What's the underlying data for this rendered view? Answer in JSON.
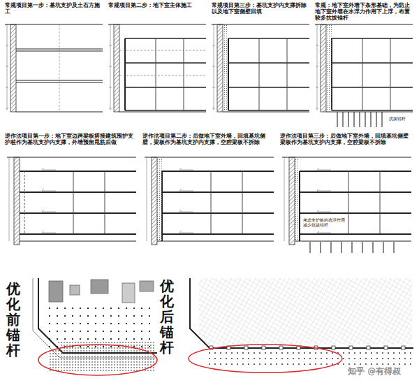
{
  "diagram": {
    "labels": [
      "常规项目第一步：基坑支护及土石方施工",
      "常规项目第二步：地下室主体施工",
      "常规项目第三步：基坑支护内支撑拆除以及地下室侧壁回填",
      "常规：地下室外墙下条形基础，为防止地下室外墙在水浮力作用下上浮，布置较多抗拔锚杆",
      "抗拔锚杆",
      "逆作法项目第一步：地下室边跨梁板搭接建筑围护支护桩作为基坑支护内支撑，外墙预留甩筋后做",
      "逆作法项目第二步：后做地下室外墙，回填基坑侧壁，梁板作为基坑支护内支撑，空腔梁板不拆除",
      "逆作法项目第三步：后做地下室外墙，回填基坑侧壁梁板作为基坑支护内支撑，空腔梁板不拆除",
      "考虑支护桩的抗浮作用减少抗拔锚杆",
      "优化前锚杆",
      "优化后锚杆",
      "知乎 @有得叔"
    ]
  }
}
